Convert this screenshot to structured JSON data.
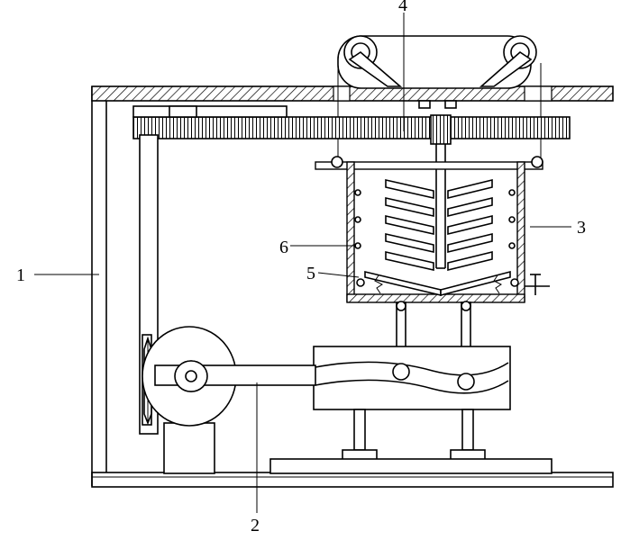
{
  "diagram": {
    "labels": {
      "l1": "1",
      "l2": "2",
      "l3": "3",
      "l4": "4",
      "l5": "5",
      "l6": "6"
    }
  }
}
